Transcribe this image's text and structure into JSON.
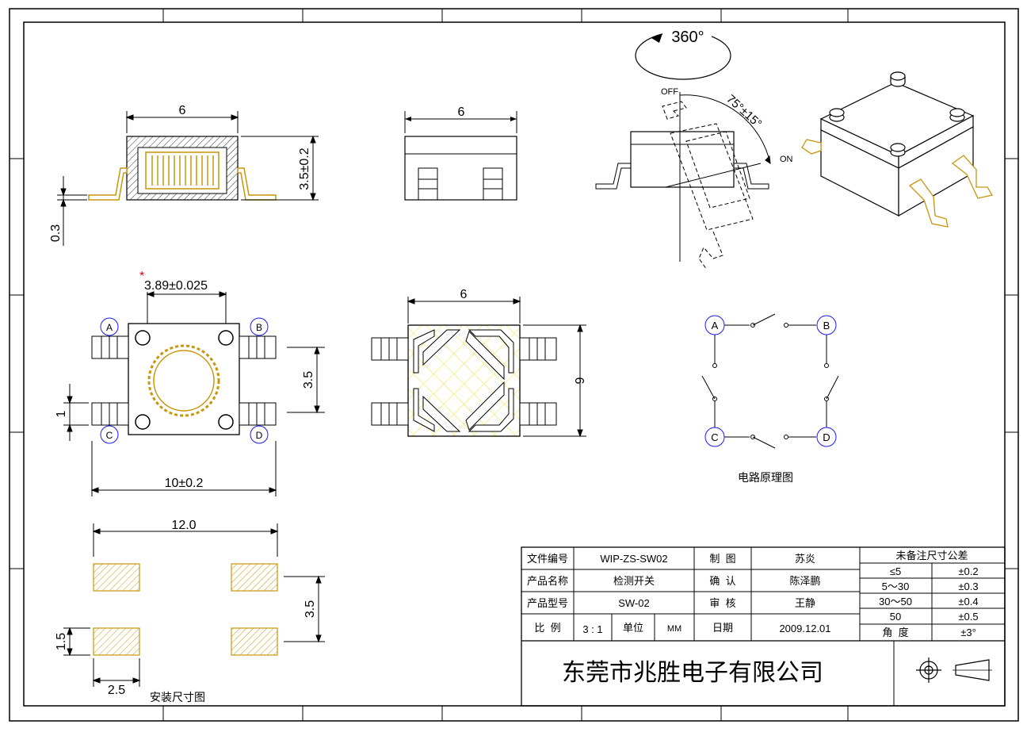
{
  "dims": {
    "top_width": "6",
    "top_height": "3.5±0.2",
    "top_lead": "0.3",
    "front_width": "6",
    "knob_pitch": "3.89±0.025",
    "knob_mark": "*",
    "plan_height": "3.5",
    "plan_lead_width": "1",
    "plan_total": "10±0.2",
    "bottom_width": "6",
    "bottom_height": "6",
    "pad_span": "12.0",
    "pad_pitch": "3.5",
    "pad_height": "1.5",
    "pad_width": "2.5"
  },
  "rotation": {
    "angle": "360°",
    "sweep": "75°±15°",
    "off_label": "OFF",
    "on_label": "ON"
  },
  "terminals": [
    "A",
    "B",
    "C",
    "D"
  ],
  "labels": {
    "circuit_title": "电路原理图",
    "mount_title": "安装尺寸图"
  },
  "title_block": {
    "rows": [
      {
        "l1": "文件编号",
        "v1": "WIP-ZS-SW02",
        "l2": "制  图",
        "v2": "苏炎"
      },
      {
        "l1": "产品名称",
        "v1": "检测开关",
        "l2": "确  认",
        "v2": "陈泽鹏"
      },
      {
        "l1": "产品型号",
        "v1": "SW-02",
        "l2": "审  核",
        "v2": "王静"
      }
    ],
    "scale_label": "比  例",
    "scale_value": "3 : 1",
    "unit_label": "单位",
    "unit_value": "MM",
    "date_label": "日期",
    "date_value": "2009.12.01",
    "company": "东莞市兆胜电子有限公司",
    "tolerance_title": "未备注尺寸公差",
    "tolerances": [
      {
        "range": "≤5",
        "tol": "±0.2"
      },
      {
        "range": "5～30",
        "tol": "±0.3"
      },
      {
        "range": "30～50",
        "tol": "±0.4"
      },
      {
        "range": "50",
        "tol": "±0.5"
      },
      {
        "range": "角  度",
        "tol": "±3°"
      }
    ]
  },
  "colors": {
    "line": "#000000",
    "part": "#c8960a",
    "hatch": "#f0e85a",
    "terminal": "#1a1aff",
    "mark": "#e00000"
  }
}
